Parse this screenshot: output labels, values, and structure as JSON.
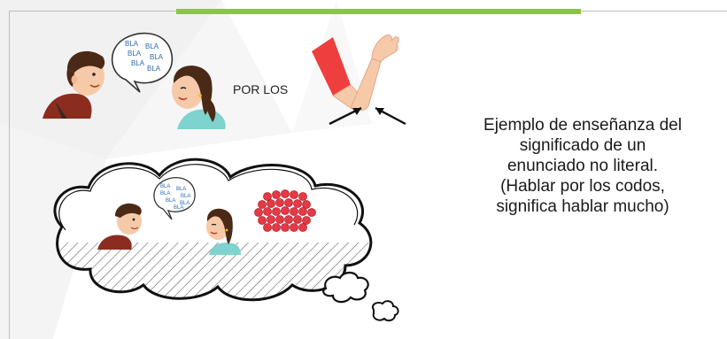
{
  "colors": {
    "accent_bar": "#8cc63f",
    "bubble_text": "#2b6cb0",
    "sleeve": "#ee3e3e",
    "dots": "#e63946",
    "hair": "#4a2a16",
    "skin": "#f6c9a8",
    "jacket": "#8b2c1f"
  },
  "scene_top": {
    "bubble_words": [
      "BLA",
      "BLA",
      "BLA",
      "BLA",
      "BLA",
      "BLA"
    ],
    "label": "POR LOS"
  },
  "scene_thought": {
    "bubble_words": [
      "BLA",
      "BLA",
      "BLA",
      "BLA",
      "BLA",
      "BLA",
      "BLA"
    ]
  },
  "caption": {
    "line1": "Ejemplo de enseñanza del",
    "line2": "significado de un",
    "line3": "enunciado no literal.",
    "line4": "(Hablar por los codos,",
    "line5": "significa hablar mucho)"
  }
}
